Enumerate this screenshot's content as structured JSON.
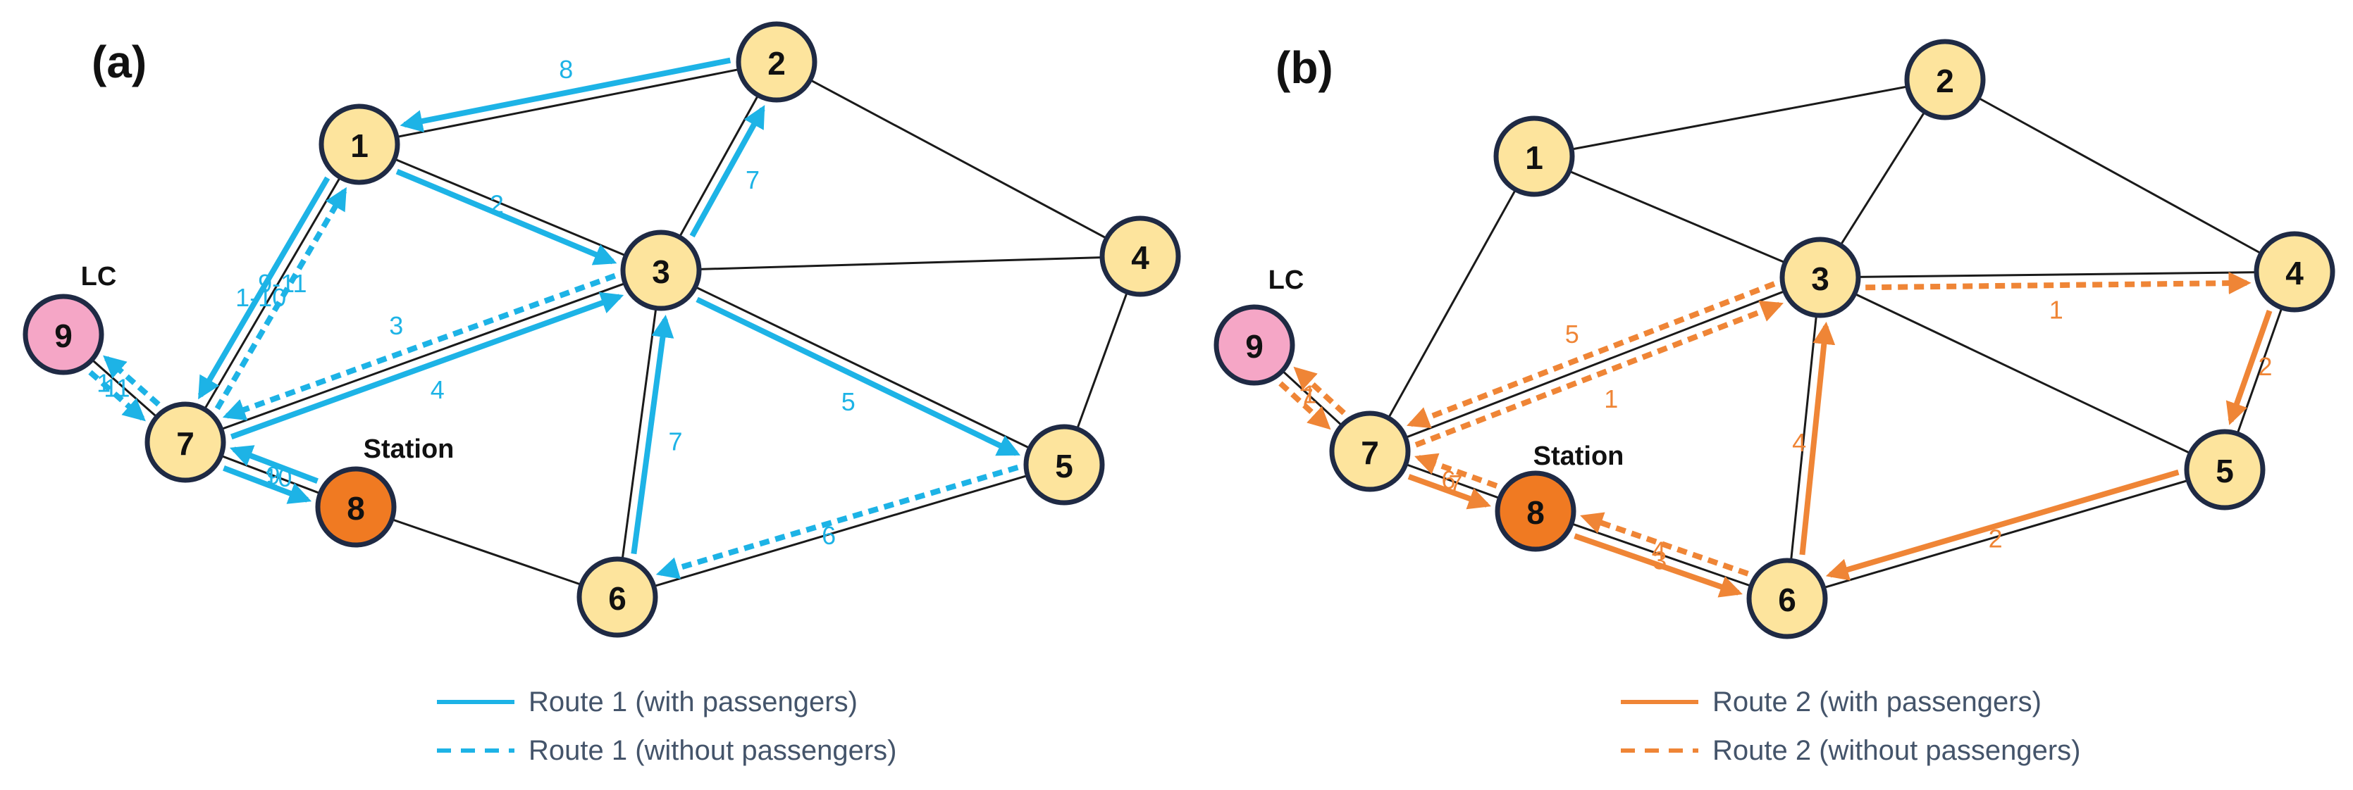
{
  "colors": {
    "route1": "#1db3e6",
    "route2": "#ef8536",
    "node": "#fde49d",
    "lc_node": "#f5a6c6",
    "station_node": "#f07a22",
    "edge": "#1a1a1a"
  },
  "panels": [
    {
      "id": "a",
      "label": "(a)",
      "color": "route1",
      "nodes": [
        {
          "id": "1",
          "label": "1"
        },
        {
          "id": "2",
          "label": "2"
        },
        {
          "id": "3",
          "label": "3"
        },
        {
          "id": "4",
          "label": "4"
        },
        {
          "id": "5",
          "label": "5"
        },
        {
          "id": "6",
          "label": "6"
        },
        {
          "id": "7",
          "label": "7"
        },
        {
          "id": "8",
          "label": "8",
          "type": "station"
        },
        {
          "id": "9",
          "label": "9",
          "type": "lc"
        }
      ],
      "tags": {
        "lc": "LC",
        "station": "Station"
      },
      "edges": [
        [
          "1",
          "2"
        ],
        [
          "1",
          "3"
        ],
        [
          "1",
          "7"
        ],
        [
          "2",
          "3"
        ],
        [
          "2",
          "4"
        ],
        [
          "3",
          "4"
        ],
        [
          "3",
          "5"
        ],
        [
          "3",
          "6"
        ],
        [
          "3",
          "7"
        ],
        [
          "4",
          "5"
        ],
        [
          "5",
          "6"
        ],
        [
          "6",
          "8"
        ],
        [
          "7",
          "8"
        ],
        [
          "7",
          "9"
        ]
      ],
      "routes": [
        {
          "from": "2",
          "to": "1",
          "style": "solid",
          "label": "8"
        },
        {
          "from": "1",
          "to": "3",
          "style": "solid",
          "label": "2"
        },
        {
          "from": "3",
          "to": "2",
          "style": "solid",
          "label": "7"
        },
        {
          "from": "7",
          "to": "1",
          "style": "dashed",
          "label": "1-10"
        },
        {
          "from": "1",
          "to": "7",
          "style": "solid",
          "label": "9-11"
        },
        {
          "from": "3",
          "to": "7",
          "style": "dashed",
          "label": "3"
        },
        {
          "from": "7",
          "to": "3",
          "style": "solid",
          "label": "4"
        },
        {
          "from": "3",
          "to": "5",
          "style": "solid",
          "label": "5"
        },
        {
          "from": "6",
          "to": "3",
          "style": "solid",
          "label": "7"
        },
        {
          "from": "5",
          "to": "6",
          "style": "dashed",
          "label": "6"
        },
        {
          "from": "9",
          "to": "7",
          "style": "dashed",
          "label": "1"
        },
        {
          "from": "7",
          "to": "9",
          "style": "dashed",
          "label": "11"
        },
        {
          "from": "7",
          "to": "8",
          "style": "solid",
          "label": "9"
        },
        {
          "from": "8",
          "to": "7",
          "style": "solid",
          "label": "10"
        }
      ],
      "legend": [
        {
          "style": "solid",
          "text": "Route 1 (with passengers)"
        },
        {
          "style": "dashed",
          "text": "Route 1 (without passengers)"
        }
      ]
    },
    {
      "id": "b",
      "label": "(b)",
      "color": "route2",
      "nodes": [
        {
          "id": "1",
          "label": "1"
        },
        {
          "id": "2",
          "label": "2"
        },
        {
          "id": "3",
          "label": "3"
        },
        {
          "id": "4",
          "label": "4"
        },
        {
          "id": "5",
          "label": "5"
        },
        {
          "id": "6",
          "label": "6"
        },
        {
          "id": "7",
          "label": "7"
        },
        {
          "id": "8",
          "label": "8",
          "type": "station"
        },
        {
          "id": "9",
          "label": "9",
          "type": "lc"
        }
      ],
      "tags": {
        "lc": "LC",
        "station": "Station"
      },
      "edges": [
        [
          "1",
          "2"
        ],
        [
          "1",
          "3"
        ],
        [
          "1",
          "7"
        ],
        [
          "2",
          "3"
        ],
        [
          "2",
          "4"
        ],
        [
          "3",
          "4"
        ],
        [
          "3",
          "5"
        ],
        [
          "3",
          "6"
        ],
        [
          "3",
          "7"
        ],
        [
          "4",
          "5"
        ],
        [
          "5",
          "6"
        ],
        [
          "6",
          "8"
        ],
        [
          "7",
          "8"
        ],
        [
          "7",
          "9"
        ]
      ],
      "routes": [
        {
          "from": "3",
          "to": "4",
          "style": "dashed",
          "label": "1"
        },
        {
          "from": "4",
          "to": "5",
          "style": "solid",
          "label": "2"
        },
        {
          "from": "5",
          "to": "6",
          "style": "solid",
          "label": "2"
        },
        {
          "from": "6",
          "to": "8",
          "style": "dashed",
          "label": "3"
        },
        {
          "from": "8",
          "to": "6",
          "style": "solid",
          "label": "4"
        },
        {
          "from": "6",
          "to": "3",
          "style": "solid",
          "label": "4"
        },
        {
          "from": "3",
          "to": "7",
          "style": "dashed",
          "label": "5"
        },
        {
          "from": "7",
          "to": "3",
          "style": "dashed",
          "label": "1"
        },
        {
          "from": "9",
          "to": "7",
          "style": "dashed",
          "label": "1"
        },
        {
          "from": "7",
          "to": "9",
          "style": "dashed",
          "label": "7"
        },
        {
          "from": "7",
          "to": "8",
          "style": "solid",
          "label": "6"
        },
        {
          "from": "8",
          "to": "7",
          "style": "dashed",
          "label": "7"
        }
      ],
      "legend": [
        {
          "style": "solid",
          "text": "Route 2 (with passengers)"
        },
        {
          "style": "dashed",
          "text": "Route 2 (without passengers)"
        }
      ]
    }
  ]
}
